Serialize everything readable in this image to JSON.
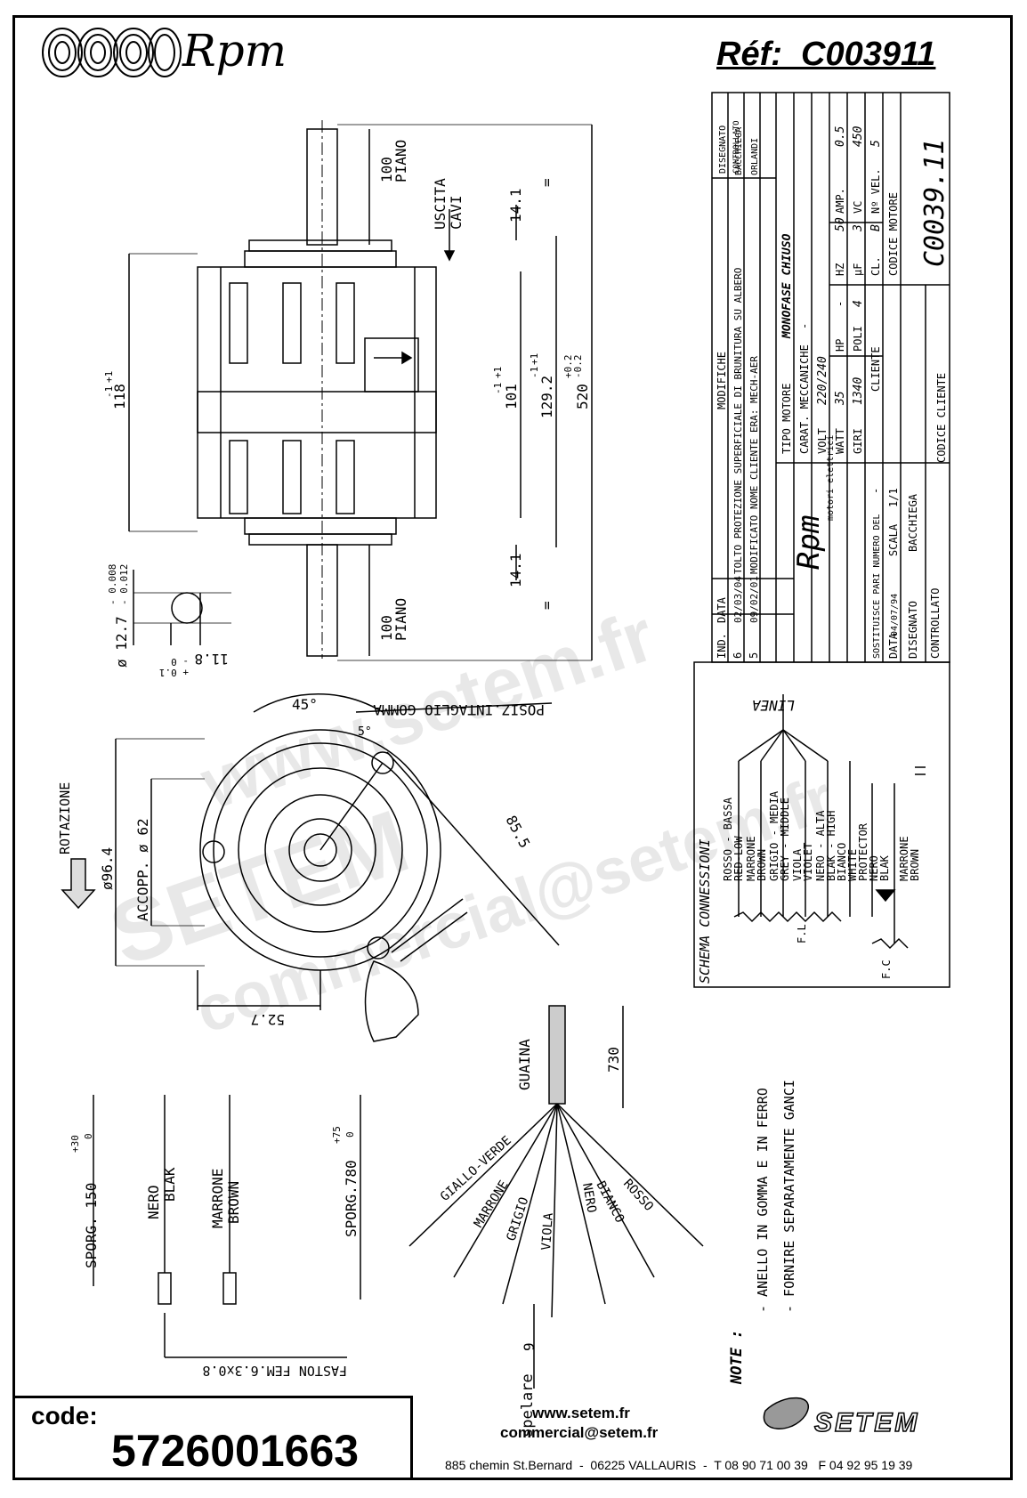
{
  "header": {
    "brand": "Rpm",
    "reference": "Réf:  C003911"
  },
  "drawing": {
    "labels": {
      "piano_top": "PIANO",
      "piano_bottom": "PIANO",
      "uscita_cavi_1": "USCITA",
      "uscita_cavi_2": "CAVI",
      "rotazione": "ROTAZIONE",
      "posiz": "POSIZ.INTAGLIO GOMMA",
      "accopp": "ACCOPP. ø 62",
      "dia_964": "ø96.4",
      "guaina": "GUAINA",
      "fastom": "FASTON FEM.6.3x0.8",
      "sporg_150": "SPORG. 150",
      "sporg_150_tol_up": "+30",
      "sporg_150_tol_low": "0",
      "sporg_780": "SPORG.780",
      "sporg_780_tol_up": "+75",
      "sporg_780_tol_low": "0",
      "spelare": "spelare",
      "shaft_dia": "ø 12.7",
      "shaft_dia_tol_up": "- 0.008",
      "shaft_dia_tol_low": "- 0.012",
      "flat": "11.8",
      "flat_tol_up": "- 0",
      "flat_tol_low": "+ 0.1"
    },
    "dimensions": {
      "d100_top": "100",
      "d100_bottom": "100",
      "d14_top": "14.1",
      "d14_bottom": "14.1",
      "d118": "118",
      "d118_tol_up": "+1",
      "d118_tol_low": "-1",
      "d101": "101",
      "d101_tol_up": "+1",
      "d101_tol_low": "-1",
      "d129": "129.2",
      "d129_tol_up": "+1",
      "d129_tol_low": "-1",
      "d520": "520",
      "d520_tol_up": "+0.2",
      "d520_tol_low": "-0.2",
      "eq_top": "=",
      "eq_bottom": "=",
      "angle45": "45°",
      "angle5": "5°",
      "d85": "85.5",
      "d52": "52.7",
      "d730": "730",
      "d9": "9"
    },
    "wires_bundle": [
      "GIALLO-VERDE",
      "MARRONE",
      "GRIGIO",
      "VIOLA",
      "NERO",
      "BIANCO",
      "ROSSO"
    ],
    "wires_loose": [
      {
        "it": "NERO",
        "en": "BLAK"
      },
      {
        "it": "MARRONE",
        "en": "BROWN"
      }
    ]
  },
  "title_block": {
    "revisions": [
      {
        "n": "6",
        "date": "02/03/04",
        "desc": "TOLTO PROTEZIONE SUPERFICIALE DI BRUNITURA SU ALBERO",
        "drawn": "BACCHIEGA"
      },
      {
        "n": "5",
        "date": "09/02/01",
        "desc": "MODIFICATO NOME CLIENTE ERA: MECH-AER",
        "drawn": "ORLANDI"
      }
    ],
    "rev_headers": {
      "n": "IND.",
      "date": "DATA",
      "desc": "MODIFICHE",
      "drawn": "DISEGNATO",
      "checked": "CONTROLLATO"
    },
    "brand_small": "Rpm",
    "brand_sub": "motori elettrici",
    "tipo_motore_label": "TIPO MOTORE",
    "tipo_motore": "MONOFASE CHIUSO",
    "carat_meccaniche_label": "CARAT. MECCANICHE",
    "carat_meccaniche": "-",
    "specs": [
      {
        "label": "VOLT",
        "value": "220/240"
      },
      {
        "label": "WATT",
        "value": "35"
      },
      {
        "label": "GIRI",
        "value": "1340"
      },
      {
        "label": "HZ",
        "value": "50"
      },
      {
        "label": "HP",
        "value": "-"
      },
      {
        "label": "POLI",
        "value": "4"
      },
      {
        "label": "µF",
        "value": "3"
      },
      {
        "label": "CL.",
        "value": "B"
      },
      {
        "label": "AMP.",
        "value": "0.5"
      },
      {
        "label": "VC",
        "value": "450"
      },
      {
        "label": "Nº VEL.",
        "value": "5"
      }
    ],
    "sostituisce_label": "SOSTITUISCE PARI NUMERO DEL",
    "sostituisce": "-",
    "data_label": "DATA",
    "data": "04/07/94",
    "scala_label": "SCALA",
    "scala": "1/1",
    "disegnato_label": "DISEGNATO",
    "disegnato": "BACCHIEGA",
    "controllato_label": "CONTROLLATO",
    "cliente_label": "CLIENTE",
    "codice_cliente_label": "CODICE CLIENTE",
    "codice_motore_label": "CODICE MOTORE",
    "codice_motore": "C0039.11"
  },
  "schema": {
    "title": "SCHEMA CONNESSIONI",
    "linea": "LINEA",
    "entries": [
      "ROSSO - BASSA",
      "RED-LOW",
      "MARRONE",
      "BROWN",
      "GRIGIO - MEDIA",
      "GREY - MIDDLE",
      "VIOLA",
      "VIOLET",
      "NERO - ALTA",
      "BLAK - HIGH",
      "BIANCO",
      "WHITE",
      "PROTECTOR",
      "NERO",
      "BLAK",
      "MARRONE",
      "BROWN"
    ],
    "fl": "F.L",
    "fc": "F.C"
  },
  "notes": {
    "title": "NOTE :",
    "items": [
      "- ANELLO IN GOMMA E IN FERRO",
      "- FORNIRE SEPARATAMENTE GANCI"
    ]
  },
  "footer": {
    "code_label": "code:",
    "code": "5726001663",
    "website": "www.setem.fr",
    "email": "commercial@setem.fr",
    "address": "885 chemin St.Bernard  -  06225 VALLAURIS  -  T 08 90 71 00 39   F 04 92 95 19 39",
    "logo_text": "SETEM"
  },
  "watermark": {
    "site": "www.setem.fr",
    "name": "SETEM",
    "mail": "commercial@setem.fr"
  }
}
